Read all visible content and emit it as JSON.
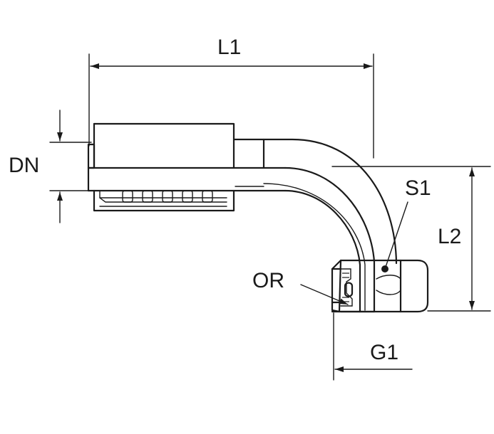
{
  "labels": {
    "l1": "L1",
    "l2": "L2",
    "dn": "DN",
    "s1": "S1",
    "or": "OR",
    "g1": "G1"
  },
  "colors": {
    "line": "#1a1a1a",
    "background": "#ffffff"
  }
}
